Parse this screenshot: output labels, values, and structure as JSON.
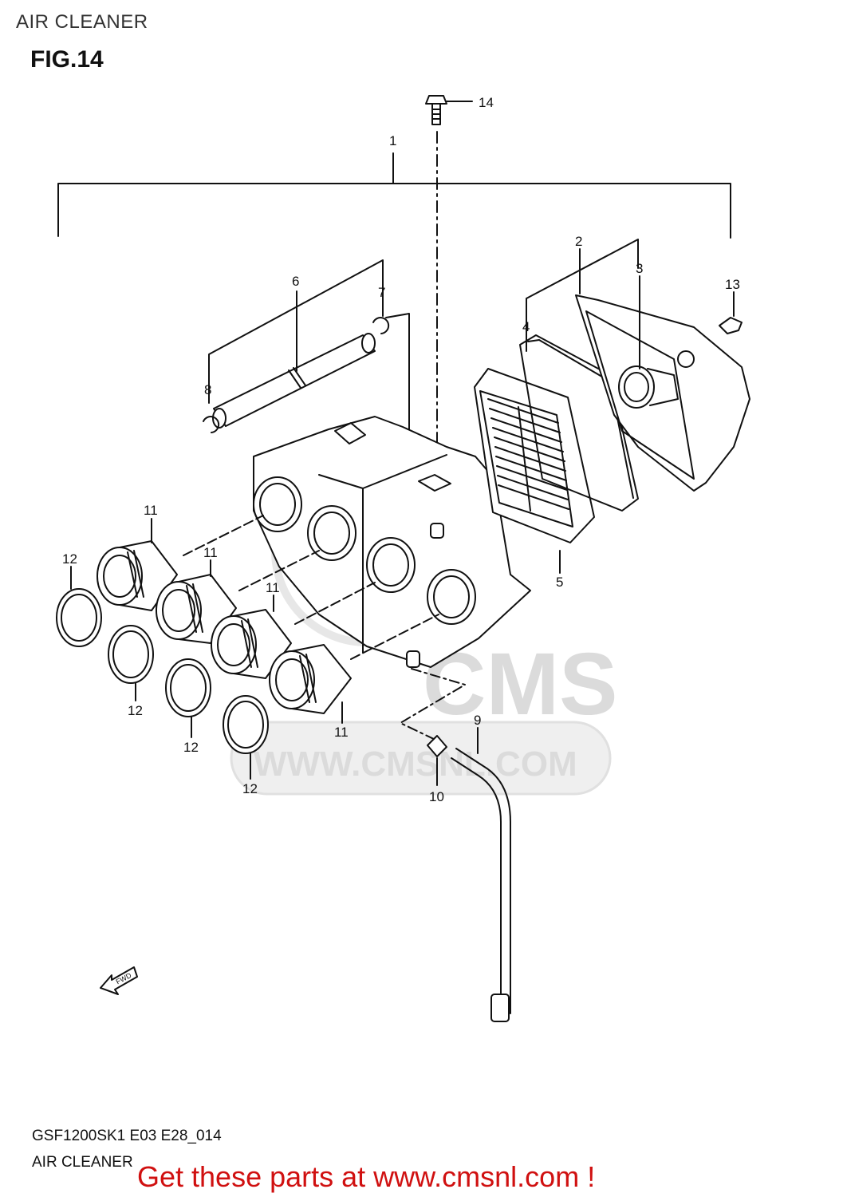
{
  "page": {
    "title": "AIR CLEANER",
    "figure": "FIG.14"
  },
  "callouts": [
    {
      "id": "c1",
      "label": "1"
    },
    {
      "id": "c2",
      "label": "2"
    },
    {
      "id": "c3",
      "label": "3"
    },
    {
      "id": "c4",
      "label": "4"
    },
    {
      "id": "c5",
      "label": "5"
    },
    {
      "id": "c6",
      "label": "6"
    },
    {
      "id": "c7",
      "label": "7"
    },
    {
      "id": "c8",
      "label": "8"
    },
    {
      "id": "c9",
      "label": "9"
    },
    {
      "id": "c10",
      "label": "10"
    },
    {
      "id": "c11a",
      "label": "11"
    },
    {
      "id": "c11b",
      "label": "11"
    },
    {
      "id": "c11c",
      "label": "11"
    },
    {
      "id": "c11d",
      "label": "11"
    },
    {
      "id": "c12a",
      "label": "12"
    },
    {
      "id": "c12b",
      "label": "12"
    },
    {
      "id": "c12c",
      "label": "12"
    },
    {
      "id": "c12d",
      "label": "12"
    },
    {
      "id": "c13",
      "label": "13"
    },
    {
      "id": "c14",
      "label": "14"
    }
  ],
  "watermark": {
    "logo": "CMS",
    "url": "WWW.CMSNL.COM"
  },
  "fwd_label": "FWD",
  "footer": {
    "code": "GSF1200SK1 E03 E28_014",
    "caption": "AIR CLEANER",
    "banner": "Get these parts at www.cmsnl.com !"
  },
  "colors": {
    "banner": "#d01010",
    "lines": "#111111",
    "watermark": "#d8d8d8"
  }
}
